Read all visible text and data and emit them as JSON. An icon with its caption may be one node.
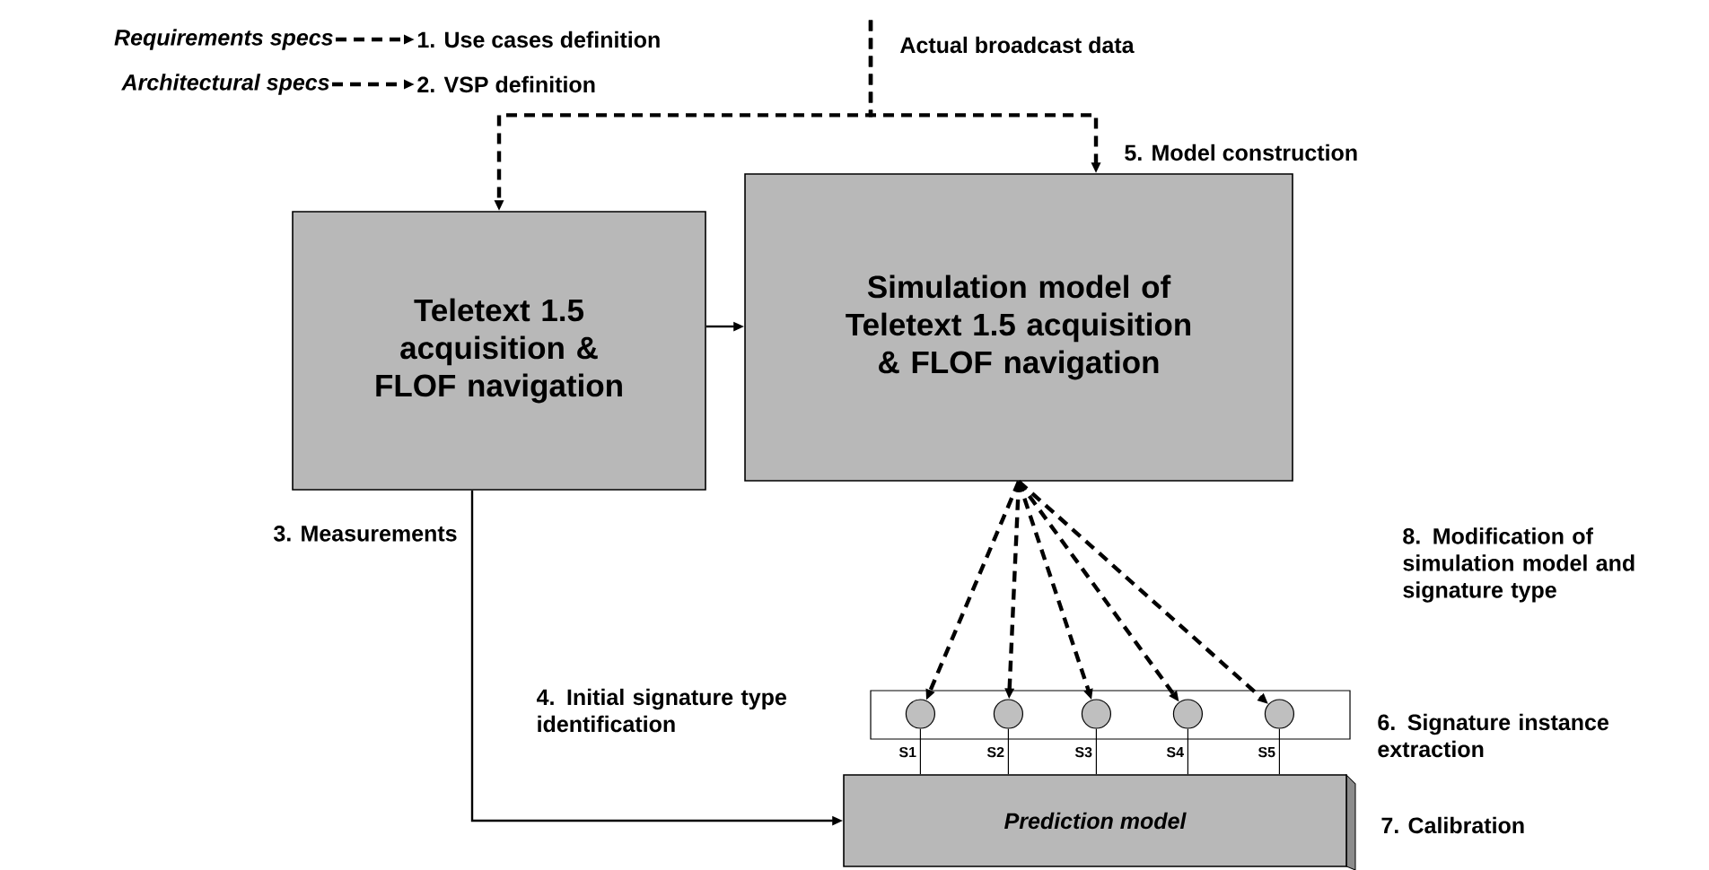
{
  "diagram": {
    "nodes": [
      {
        "text": [
          "Requirements specs"
        ]
      },
      {
        "text": [
          "1. Use cases definition"
        ]
      },
      {
        "text": [
          "Architectural specs"
        ]
      },
      {
        "text": [
          "2. VSP definition"
        ]
      },
      {
        "text": [
          "Actual broadcast data"
        ]
      },
      {
        "text": [
          "Teletext 1.5 acquisition & FLOF navigation"
        ]
      },
      {
        "text": [
          "Simulation model of Teletext 1.5 acquisition & FLOF navigation"
        ]
      },
      {
        "text": [],
        "shape": "box"
      },
      {
        "text": [],
        "shape": "circle",
        "in": 7,
        "beside": [
          "S1"
        ]
      },
      {
        "text": [],
        "shape": "circle",
        "in": 7,
        "beside": [
          "S2"
        ]
      },
      {
        "text": [],
        "shape": "circle",
        "in": 7,
        "beside": [
          "S3"
        ]
      },
      {
        "text": [],
        "shape": "circle",
        "in": 7,
        "beside": [
          "S4"
        ]
      },
      {
        "text": [],
        "shape": "circle",
        "in": 7,
        "beside": [
          "S5"
        ]
      },
      {
        "text": [
          "Prediction model"
        ]
      }
    ],
    "edges": [
      {
        "from": 0,
        "to": 1,
        "arrow": "to",
        "style": "dashed"
      },
      {
        "from": 2,
        "to": 3,
        "arrow": "to",
        "style": "dashed"
      },
      {
        "from": 4,
        "to": 5,
        "arrow": "to",
        "style": "dashed"
      },
      {
        "from": 4,
        "to": 6,
        "arrow": "to",
        "style": "dashed"
      },
      {
        "from": 5,
        "to": 6,
        "arrow": "to"
      },
      {
        "from": 5,
        "to": 13,
        "arrow": "to",
        "label": "3. Measurements"
      },
      {
        "from": 6,
        "to": 8,
        "arrow": "to",
        "style": "dashed"
      },
      {
        "from": 6,
        "to": 9,
        "arrow": "to",
        "style": "dashed"
      },
      {
        "from": 6,
        "to": 10,
        "arrow": "to",
        "style": "dashed"
      },
      {
        "from": 6,
        "to": 11,
        "arrow": "to",
        "style": "dashed"
      },
      {
        "from": 6,
        "to": 12,
        "arrow": "to",
        "style": "dashed"
      },
      {
        "from": 8,
        "to": 13,
        "arrow": "none"
      },
      {
        "from": 9,
        "to": 13,
        "arrow": "none"
      },
      {
        "from": 10,
        "to": 13,
        "arrow": "none"
      },
      {
        "from": 11,
        "to": 13,
        "arrow": "none"
      },
      {
        "from": 12,
        "to": 13,
        "arrow": "none"
      }
    ],
    "labels": [
      "5. Model construction",
      "8. Modification of simulation model and signature type",
      "4. Initial signature type identification",
      "6. Signature instance extraction",
      "7. Calibration"
    ]
  }
}
